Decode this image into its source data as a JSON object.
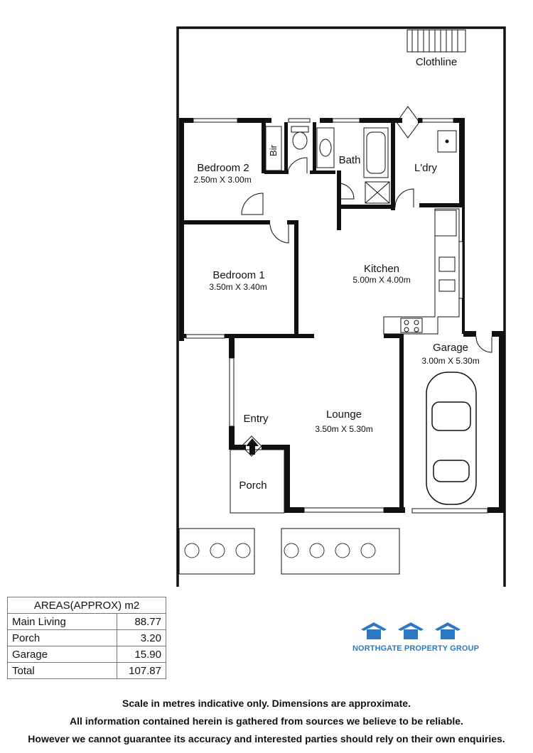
{
  "plan": {
    "rooms": {
      "clothline": "Clothline",
      "bedroom2": "Bedroom 2",
      "bedroom2_dim": "2.50m X 3.00m",
      "bir": "Bir",
      "bath": "Bath",
      "laundry": "L'dry",
      "kitchen": "Kitchen",
      "kitchen_dim": "5.00m X 4.00m",
      "bedroom1": "Bedroom 1",
      "bedroom1_dim": "3.50m X 3.40m",
      "garage": "Garage",
      "garage_dim": "3.00m X 5.30m",
      "entry": "Entry",
      "lounge": "Lounge",
      "lounge_dim": "3.50m X 5.30m",
      "porch": "Porch"
    }
  },
  "areas": {
    "header": "AREAS(APPROX) m2",
    "rows": [
      {
        "label": "Main Living",
        "value": "88.77"
      },
      {
        "label": "Porch",
        "value": "3.20"
      },
      {
        "label": "Garage",
        "value": "15.90"
      },
      {
        "label": "Total",
        "value": "107.87"
      }
    ]
  },
  "brand": {
    "name": "NORTHGATE PROPERTY GROUP",
    "color": "#2d78c4"
  },
  "disclaimer": {
    "line1": "Scale in metres indicative only. Dimensions are approximate.",
    "line2": "All information contained herein is gathered from sources we believe to be reliable.",
    "line3": "However we cannot guarantee its accuracy and interested parties should rely on their own enquiries."
  }
}
